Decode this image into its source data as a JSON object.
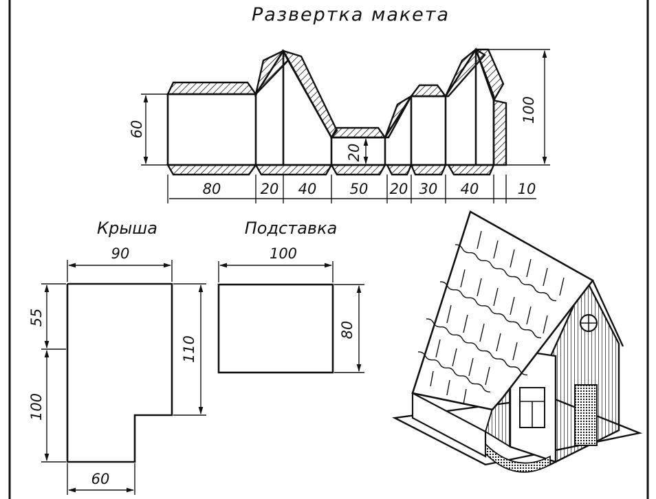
{
  "title": "Развертка макета",
  "unfold": {
    "height_label": "60",
    "total_height_label": "100",
    "inner_label": "20",
    "segments": [
      "80",
      "20",
      "40",
      "50",
      "20",
      "30",
      "40",
      "10"
    ]
  },
  "roof": {
    "label": "Крыша",
    "top_width": "90",
    "left_upper": "55",
    "left_lower": "100",
    "right_height": "110",
    "bottom_width": "60"
  },
  "stand": {
    "label": "Подставка",
    "width": "100",
    "height": "80"
  },
  "illustration": {
    "name": "house-model"
  }
}
